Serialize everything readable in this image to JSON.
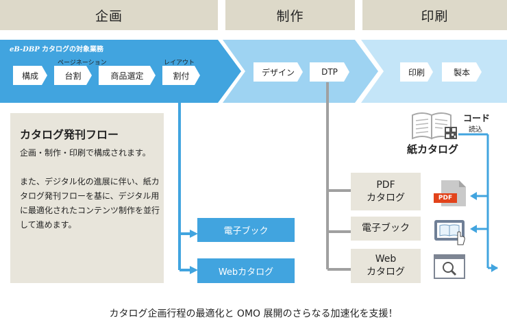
{
  "header": {
    "planning": "企画",
    "production": "制作",
    "printing": "印刷"
  },
  "brand": {
    "logo_text": "eB-DBP",
    "target_label": "カタログの対象業務"
  },
  "planning_steps": {
    "composition": "構成",
    "page_allocation": "台割",
    "page_allocation_note": "ページネーション",
    "product_selection": "商品選定",
    "layout": "割付",
    "layout_note": "レイアウト"
  },
  "production_steps": {
    "design": "デザイン",
    "dtp": "DTP"
  },
  "printing_steps": {
    "print": "印刷",
    "binding": "製本"
  },
  "info_panel": {
    "title": "カタログ発刊フロー",
    "body": "企画・制作・印刷で構成されます。\n\nまた、デジタル化の進展に伴い、紙カタログ発刊フローを基に、デジタル用に最適化されたコンテンツ制作を並行して進めます。"
  },
  "outputs": {
    "ebook": "電子ブック",
    "web_catalog": "Webカタログ"
  },
  "production_outputs": {
    "pdf_catalog": "PDF\nカタログ",
    "ebook": "電子ブック",
    "web_catalog": "Web\nカタログ"
  },
  "paper": {
    "code_label": "コード",
    "read_label": "読込",
    "paper_catalog": "紙カタログ",
    "pdf_badge": "PDF"
  },
  "footer": {
    "tagline": "カタログ企画行程の最適化と OMO 展開のさらなる加速化を支援！"
  },
  "colors": {
    "header_bg": "#ddd9c9",
    "planning_arrow": "#41a4df",
    "production_arrow": "#9ed3f2",
    "printing_arrow": "#c4e5f8",
    "output_box": "#41a4df",
    "gray_box": "#e8e5db",
    "connector_gray": "#a0a0a0"
  }
}
